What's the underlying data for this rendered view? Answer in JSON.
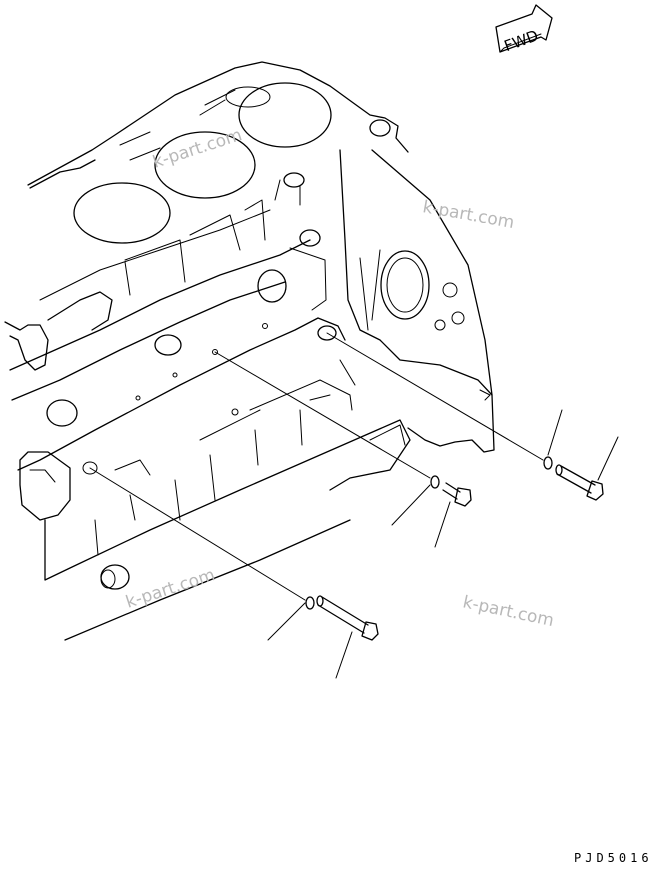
{
  "fwd_label": "FWD",
  "watermarks": [
    "k-part.com",
    "k-part.com",
    "k-part.com",
    "k-part.com"
  ],
  "drawing_code": "PJD5016"
}
